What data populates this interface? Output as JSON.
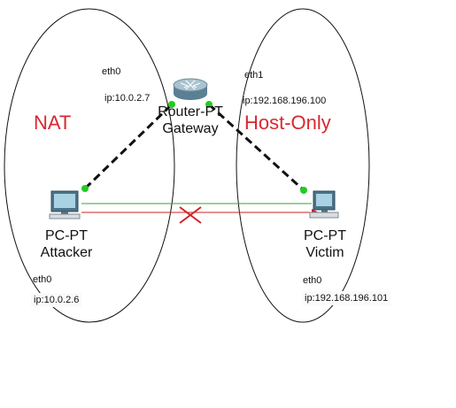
{
  "zones": {
    "left": "NAT",
    "right": "Host-Only"
  },
  "router": {
    "type": "Router-PT",
    "name": "Gateway",
    "iface_left": "eth0",
    "ip_left": "ip:10.0.2.7",
    "iface_right": "eth1",
    "ip_right": "ip:192.168.196.100"
  },
  "attacker": {
    "type": "PC-PT",
    "name": "Attacker",
    "iface": "eth0",
    "ip": "ip:10.0.2.6"
  },
  "victim": {
    "type": "PC-PT",
    "name": "Victim",
    "iface": "eth0",
    "ip": "ip:192.168.196.101"
  },
  "colors": {
    "zone_label": "#d9282f",
    "link_dot": "#22cc22",
    "green_line": "#3aa03a",
    "red_line": "#d22222",
    "blocked_mark": "#d22222"
  },
  "icons": {
    "router": "router-icon",
    "attacker_pc": "pc-icon",
    "victim_pc": "pc-icon",
    "blocked": "cross-icon"
  }
}
